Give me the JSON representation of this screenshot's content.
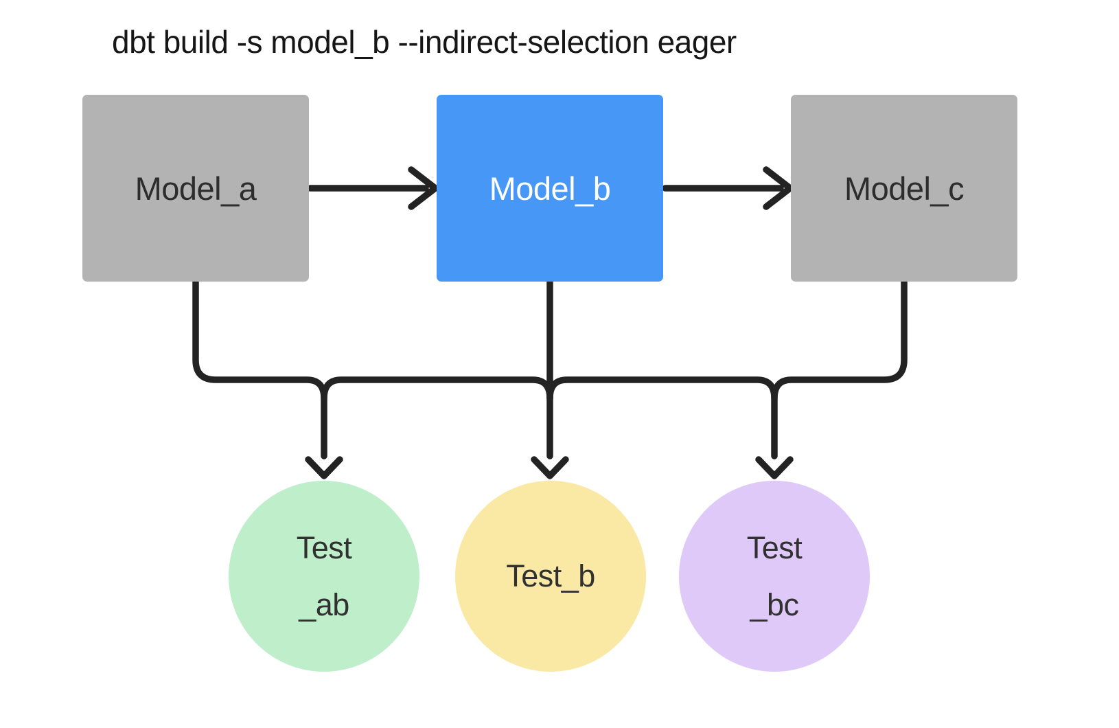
{
  "title": "dbt build -s model_b --indirect-selection eager",
  "colors": {
    "background": "#ffffff",
    "line": "#232323",
    "model_gray": "#b3b3b3",
    "model_selected_blue": "#4697f6",
    "test_green": "#bfeecb",
    "test_yellow": "#f9e9a5",
    "test_purple": "#dfc9f8",
    "model_text_dark": "#2d2d2d",
    "model_text_light": "#ffffff",
    "test_text_dark": "#313131",
    "title_text": "#161616"
  },
  "nodes": {
    "model_a": {
      "label": "Model_a",
      "fill": "#b3b3b3",
      "text_color": "#2d2d2d",
      "shape": "rect"
    },
    "model_b": {
      "label": "Model_b",
      "fill": "#4697f6",
      "text_color": "#ffffff",
      "shape": "rect",
      "selected": true
    },
    "model_c": {
      "label": "Model_c",
      "fill": "#b3b3b3",
      "text_color": "#2d2d2d",
      "shape": "rect"
    },
    "test_ab": {
      "line1": "Test",
      "line2": "_ab",
      "fill": "#bfeecb",
      "text_color": "#313131",
      "shape": "circle"
    },
    "test_b": {
      "line1": "Test_b",
      "line2": "",
      "fill": "#f9e9a5",
      "text_color": "#313131",
      "shape": "circle"
    },
    "test_bc": {
      "line1": "Test",
      "line2": "_bc",
      "fill": "#dfc9f8",
      "text_color": "#313131",
      "shape": "circle"
    }
  },
  "edges": [
    {
      "from": "model_a",
      "to": "model_b",
      "style": "horizontal-arrow"
    },
    {
      "from": "model_b",
      "to": "model_c",
      "style": "horizontal-arrow"
    },
    {
      "from": "model_a",
      "to": "test_ab",
      "style": "merged-bus-arrow"
    },
    {
      "from": "model_b",
      "to": "test_ab",
      "style": "merged-bus-arrow"
    },
    {
      "from": "model_b",
      "to": "test_b",
      "style": "merged-bus-arrow"
    },
    {
      "from": "model_b",
      "to": "test_bc",
      "style": "merged-bus-arrow"
    },
    {
      "from": "model_c",
      "to": "test_bc",
      "style": "merged-bus-arrow"
    }
  ]
}
